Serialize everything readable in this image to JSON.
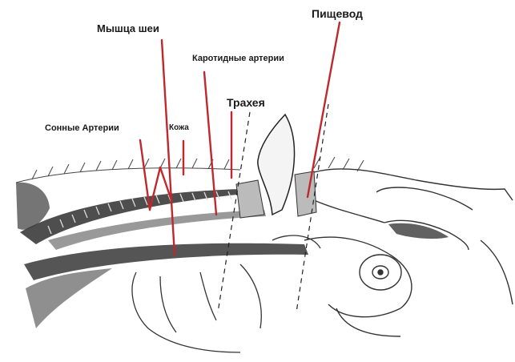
{
  "labels": {
    "neck_muscle": "Мышца шеи",
    "esophagus": "Пищевод",
    "carotid_arteries": "Каротидные артерии",
    "trachea": "Трахея",
    "sleep_arteries": "Сонные Артерии",
    "skin": "Кожа"
  },
  "colors": {
    "leader_line": "#c0282d",
    "ink": "#1a1a1a",
    "shade": "#3a3a3a"
  }
}
